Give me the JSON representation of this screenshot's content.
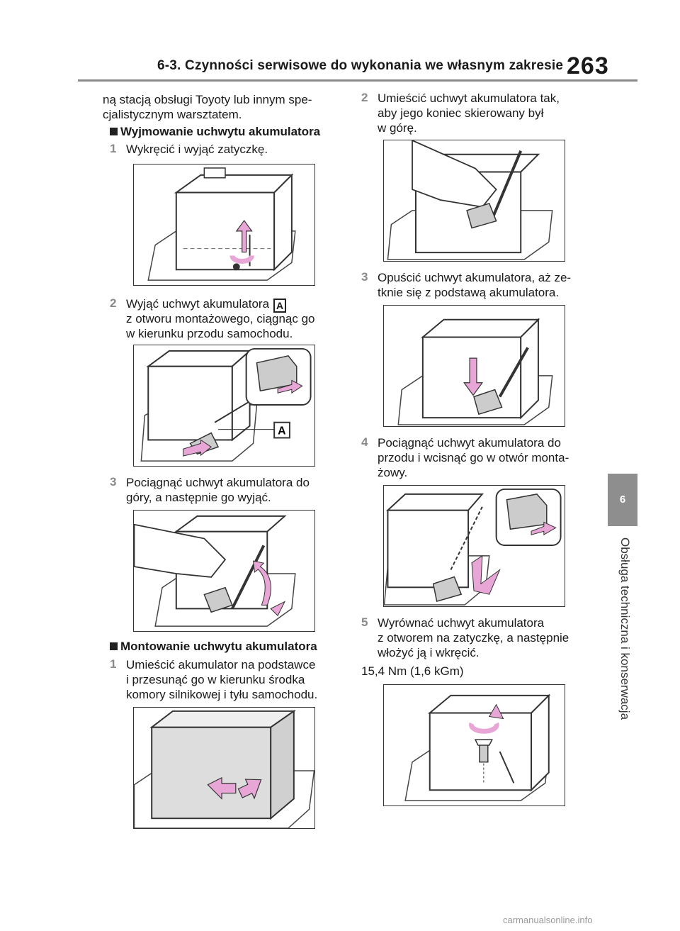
{
  "header": {
    "title": "6-3. Czynności serwisowe do wykonania we własnym zakresie",
    "page_number": "263"
  },
  "side": {
    "tab": "6",
    "label": "Obsługa techniczna i konserwacja"
  },
  "left": {
    "intro": [
      "ną stacją obsługi Toyoty lub innym spe-",
      "cjalistycznym warsztatem."
    ],
    "removal_heading": "Wyjmowanie uchwytu akumulatora",
    "removal_steps": [
      {
        "num": "1",
        "lines": [
          "Wykręcić i wyjąć zatyczkę."
        ]
      },
      {
        "num": "2",
        "lines": [
          "Wyjąć uchwyt akumulatora",
          "z otworu montażowego, ciągnąc go",
          "w kierunku przodu samochodu."
        ],
        "label": "A"
      },
      {
        "num": "3",
        "lines": [
          "Pociągnąć uchwyt akumulatora do",
          "góry, a następnie go wyjąć."
        ]
      }
    ],
    "fig_label": "A",
    "install_heading": "Montowanie uchwytu akumulatora",
    "install_steps": [
      {
        "num": "1",
        "lines": [
          "Umieścić akumulator na podstawce",
          "i przesunąć go w kierunku środka",
          "komory silnikowej i tyłu samochodu."
        ]
      }
    ]
  },
  "right": {
    "steps": [
      {
        "num": "2",
        "lines": [
          "Umieścić uchwyt akumulatora tak,",
          "aby jego koniec skierowany był",
          "w górę."
        ]
      },
      {
        "num": "3",
        "lines": [
          "Opuścić uchwyt akumulatora, aż ze-",
          "tknie się z podstawą akumulatora."
        ]
      },
      {
        "num": "4",
        "lines": [
          "Pociągnąć uchwyt akumulatora do",
          "przodu i wcisnąć go w otwór monta-",
          "żowy."
        ]
      },
      {
        "num": "5",
        "lines": [
          "Wyrównać uchwyt akumulatora",
          "z otworem na zatyczkę, a następnie",
          "włożyć ją i wkręcić."
        ]
      }
    ],
    "torque": "15,4 Nm (1,6 kGm)"
  },
  "footer": {
    "url": "carmanualsonline.info"
  },
  "colors": {
    "arrow": "#e8a6d6",
    "step_gray": "#8a8a8a",
    "tab_gray": "#8e8e8e"
  }
}
